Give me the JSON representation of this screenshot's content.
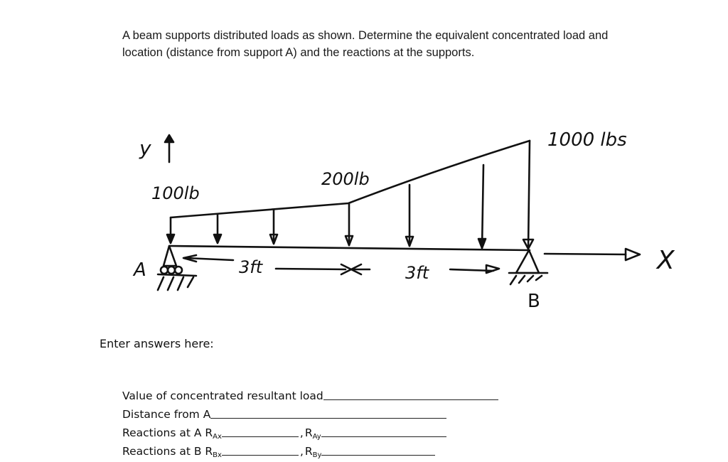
{
  "problem": {
    "text": "A beam supports distributed loads as shown.  Determine the equivalent concentrated load and location (distance from support A) and the reactions at the supports."
  },
  "diagram": {
    "y_axis_label": "y",
    "x_axis_label": "X",
    "load_left": "100lb",
    "load_mid": "200lb",
    "load_right": "1000 lbs",
    "support_a": "A",
    "support_b": "B",
    "span_1": "3ft",
    "span_2": "3ft",
    "segments": [
      {
        "from": "A",
        "to": "mid",
        "length_ft": 3,
        "w_start_lb": 100,
        "w_end_lb": 200
      },
      {
        "from": "mid",
        "to": "B",
        "length_ft": 3,
        "w_start_lb": 200,
        "w_end_lb": 1000
      }
    ]
  },
  "answers": {
    "heading": "Enter answers here:",
    "resultant_label": "Value of concentrated resultant load",
    "distance_label": "Distance from A",
    "reactions_a_label": "Reactions at A R",
    "rax_sub": "Ax",
    "ray_label": "R",
    "ray_sub": "Ay",
    "reactions_b_label": "Reactions at B R",
    "rbx_sub": "Bx",
    "rby_label": "R",
    "rby_sub": "By",
    "comma": ","
  }
}
